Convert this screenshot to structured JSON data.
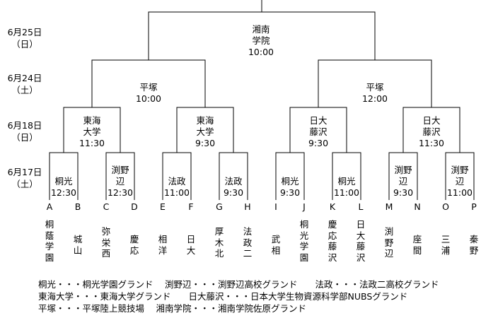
{
  "dates": [
    {
      "line1": "6月25日",
      "line2": "（日）"
    },
    {
      "line1": "6月24日",
      "line2": "（土）"
    },
    {
      "line1": "6月18日",
      "line2": "（日）"
    },
    {
      "line1": "6月17日",
      "line2": "（土）"
    }
  ],
  "final": {
    "venue": "湘南\n学院",
    "time": "10:00"
  },
  "semifinals": [
    {
      "venue": "平塚",
      "time": "10:00"
    },
    {
      "venue": "平塚",
      "time": "12:00"
    }
  ],
  "quarterfinals": [
    {
      "venue": "東海\n大学",
      "time": "11:30"
    },
    {
      "venue": "東海\n大学",
      "time": "9:30"
    },
    {
      "venue": "日大\n藤沢",
      "time": "9:30"
    },
    {
      "venue": "日大\n藤沢",
      "time": "11:30"
    }
  ],
  "first_round": [
    {
      "venue": "桐光",
      "time": "12:30"
    },
    {
      "venue": "渕野\n辺",
      "time": "12:30"
    },
    {
      "venue": "法政",
      "time": "11:00"
    },
    {
      "venue": "法政",
      "time": "9:30"
    },
    {
      "venue": "桐光",
      "time": "9:30"
    },
    {
      "venue": "桐光",
      "time": "11:00"
    },
    {
      "venue": "渕野\n辺",
      "time": "9:30"
    },
    {
      "venue": "渕野\n辺",
      "time": "11:00"
    }
  ],
  "slots": [
    {
      "letter": "A",
      "team": "桐蔭学園"
    },
    {
      "letter": "B",
      "team": "城山"
    },
    {
      "letter": "C",
      "team": "弥栄西"
    },
    {
      "letter": "D",
      "team": "慶応"
    },
    {
      "letter": "E",
      "team": "相洋"
    },
    {
      "letter": "F",
      "team": "日大"
    },
    {
      "letter": "G",
      "team": "厚木北"
    },
    {
      "letter": "H",
      "team": "法政二"
    },
    {
      "letter": "I",
      "team": "武相"
    },
    {
      "letter": "J",
      "team": "桐光学園"
    },
    {
      "letter": "K",
      "team": "慶応藤沢"
    },
    {
      "letter": "L",
      "team": "日大藤沢"
    },
    {
      "letter": "M",
      "team": "渕野辺"
    },
    {
      "letter": "N",
      "team": "座間"
    },
    {
      "letter": "O",
      "team": "三浦"
    },
    {
      "letter": "P",
      "team": "秦野"
    }
  ],
  "legend": [
    "桐光・・・桐光学園グランド　 渕野辺・・・渕野辺高校グランド　　法政・・・法政二高校グランド",
    "東海大学・・・東海大学グランド　　日大藤沢・・・日本大学生物資源科学部NUBSグランド",
    "平塚・・・平塚陸上競技場　 湘南学院・・・湘南学院佐原グランド"
  ]
}
